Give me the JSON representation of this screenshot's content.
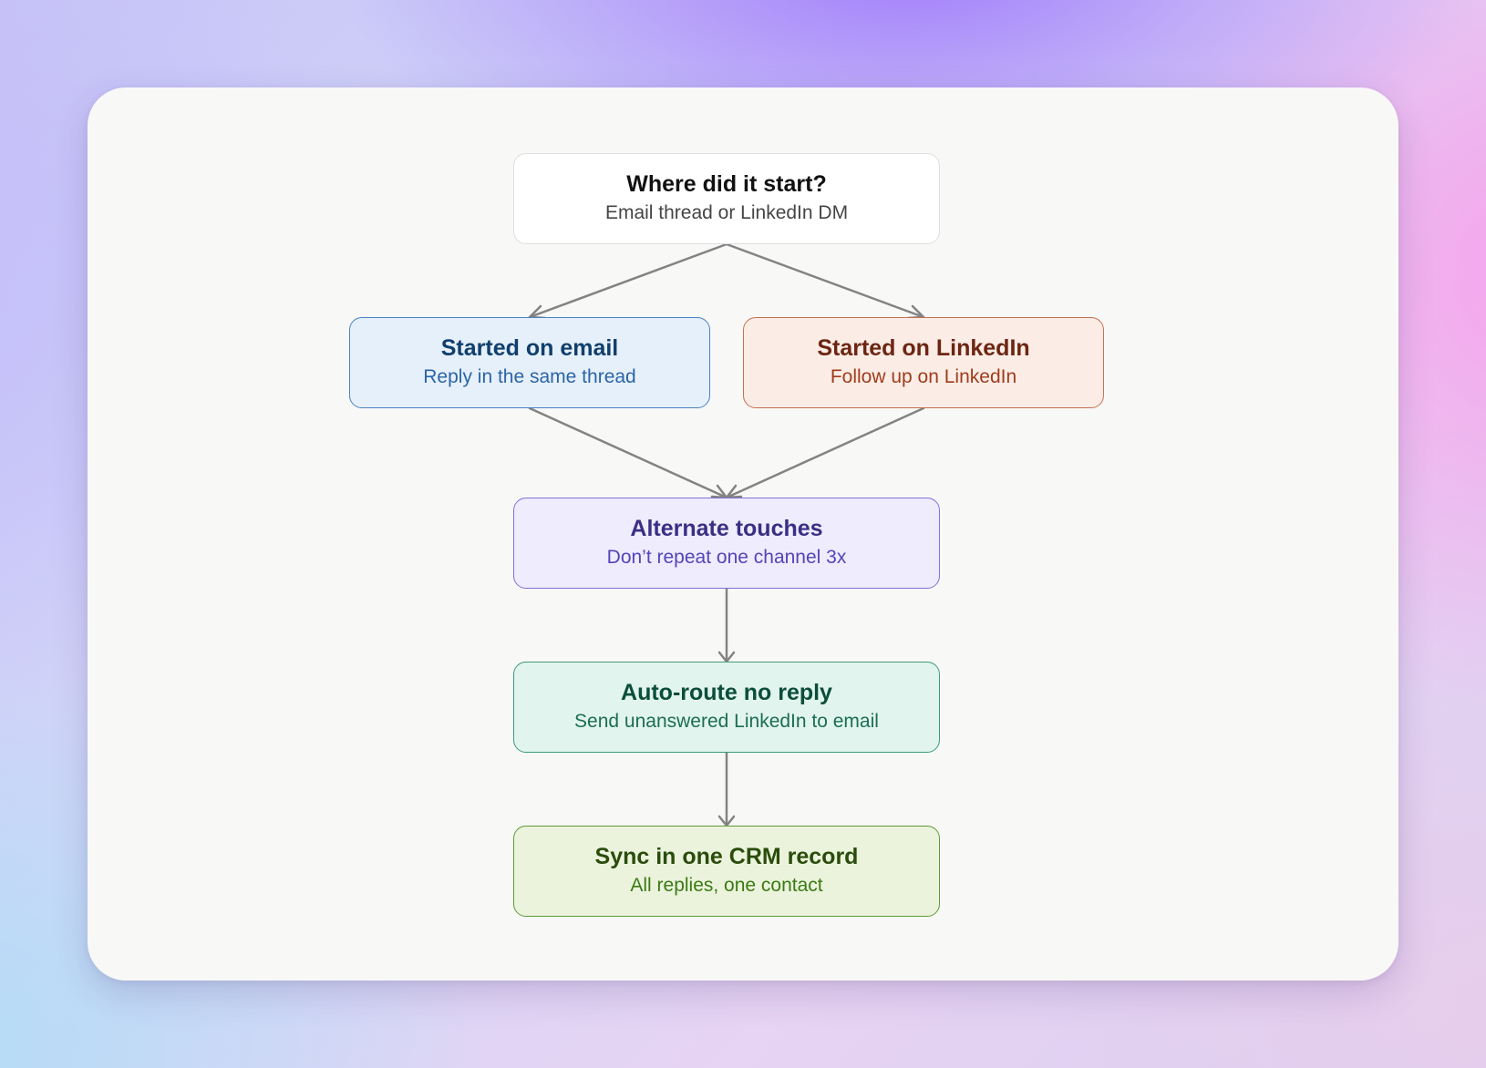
{
  "diagram": {
    "type": "flowchart",
    "nodes": [
      {
        "id": "start",
        "title": "Where did it start?",
        "subtitle": "Email thread or LinkedIn DM"
      },
      {
        "id": "email",
        "title": "Started on email",
        "subtitle": "Reply in the same thread"
      },
      {
        "id": "linkedin",
        "title": "Started on LinkedIn",
        "subtitle": "Follow up on LinkedIn"
      },
      {
        "id": "alternate",
        "title": "Alternate touches",
        "subtitle": "Don’t repeat one channel 3x"
      },
      {
        "id": "autoroute",
        "title": "Auto-route no reply",
        "subtitle": "Send unanswered LinkedIn to email"
      },
      {
        "id": "sync",
        "title": "Sync in one CRM record",
        "subtitle": "All replies, one contact"
      }
    ],
    "edges": [
      {
        "from": "start",
        "to": "email"
      },
      {
        "from": "start",
        "to": "linkedin"
      },
      {
        "from": "email",
        "to": "alternate"
      },
      {
        "from": "linkedin",
        "to": "alternate"
      },
      {
        "from": "alternate",
        "to": "autoroute"
      },
      {
        "from": "autoroute",
        "to": "sync"
      }
    ],
    "colors": {
      "connector": "#838383",
      "start_bg": "#ffffff",
      "email_bg": "#e6f0fb",
      "linkedin_bg": "#fbece6",
      "alternate_bg": "#eeecfd",
      "autoroute_bg": "#e2f4ee",
      "sync_bg": "#ebf3dc"
    }
  }
}
